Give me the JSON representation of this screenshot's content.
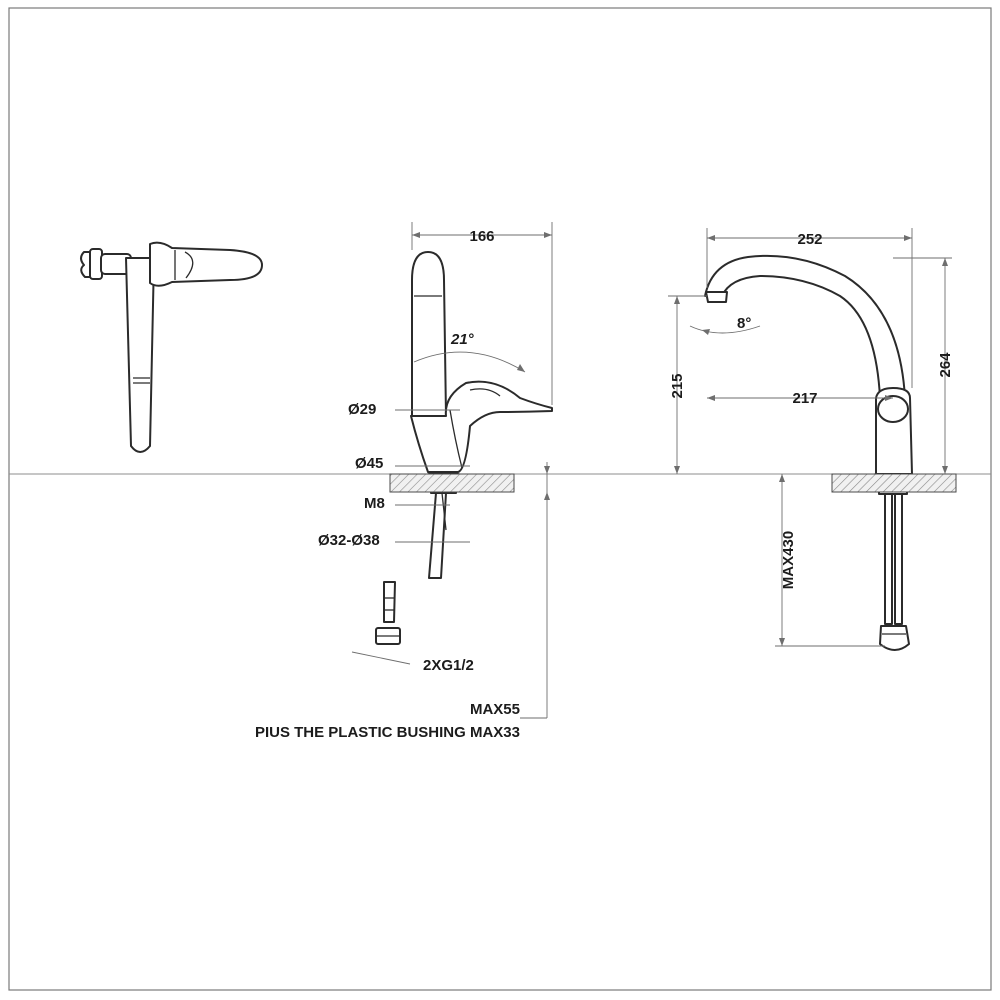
{
  "dimensions": {
    "side_width": "166",
    "lever_angle": "21°",
    "body_diameter": "Ø29",
    "base_diameter": "Ø45",
    "rod": "M8",
    "hole_diameter": "Ø32-Ø38",
    "hose_connection": "2XG1/2",
    "counter_thickness": "MAX55",
    "bushing_note": "PIUS THE PLASTIC BUSHING MAX33",
    "spout_reach": "252",
    "spout_angle": "8°",
    "outlet_height": "215",
    "spout_projection": "217",
    "total_height": "264",
    "hose_length": "MAX430"
  }
}
